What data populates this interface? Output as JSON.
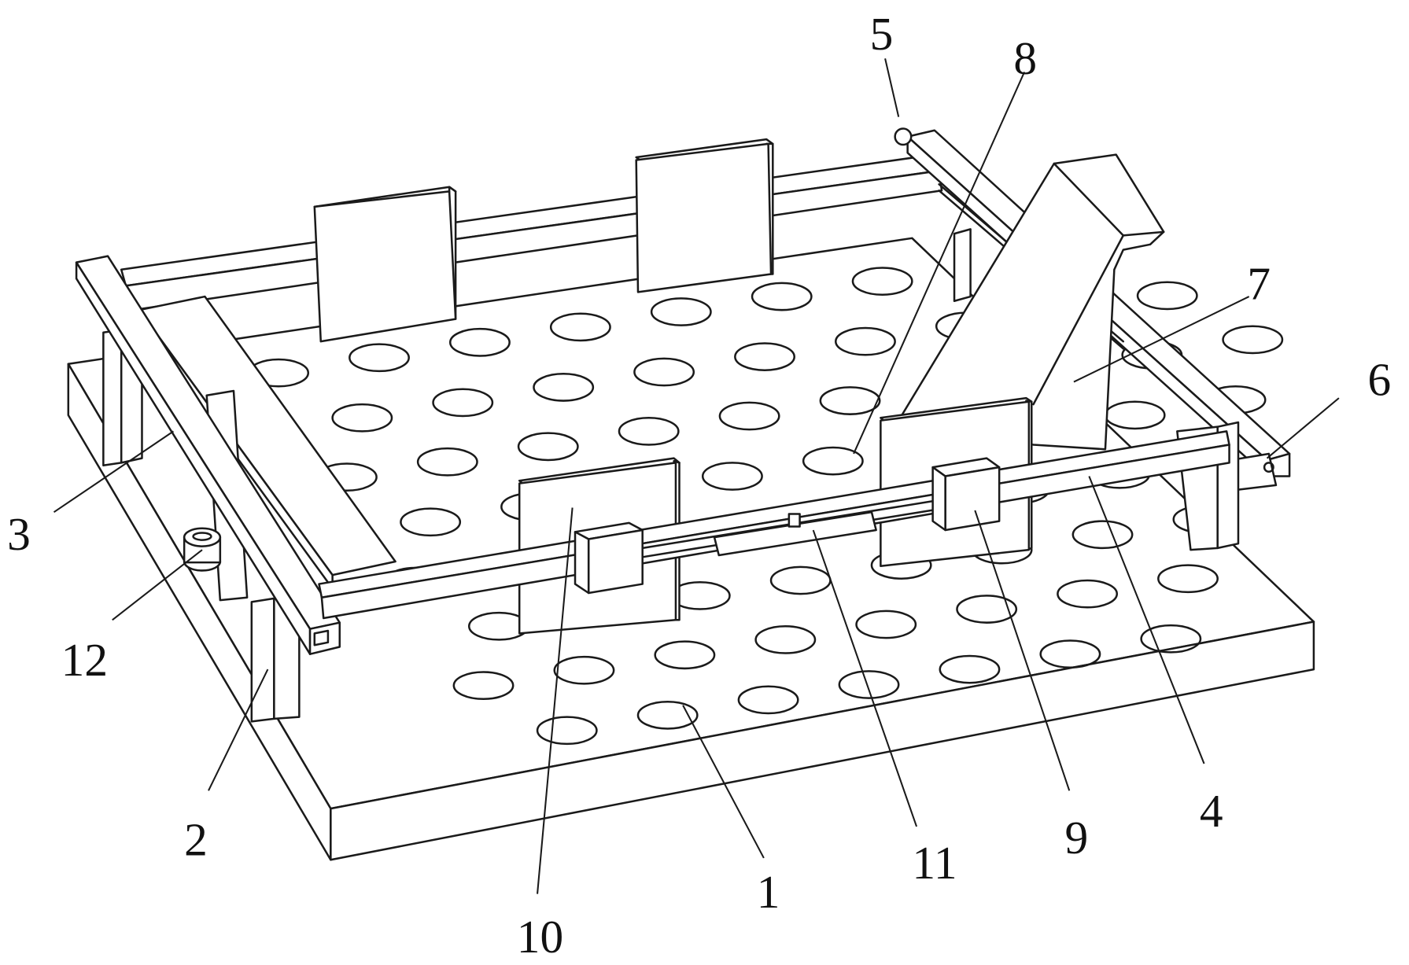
{
  "figure": {
    "type": "patent-perspective-drawing",
    "line_color": "#1a1a1a",
    "background": "#ffffff",
    "labels": [
      {
        "id": "1",
        "text": "1"
      },
      {
        "id": "2",
        "text": "2"
      },
      {
        "id": "3",
        "text": "3"
      },
      {
        "id": "4",
        "text": "4"
      },
      {
        "id": "5",
        "text": "5"
      },
      {
        "id": "6",
        "text": "6"
      },
      {
        "id": "7",
        "text": "7"
      },
      {
        "id": "8",
        "text": "8"
      },
      {
        "id": "9",
        "text": "9"
      },
      {
        "id": "10",
        "text": "10"
      },
      {
        "id": "11",
        "text": "11"
      },
      {
        "id": "12",
        "text": "12"
      }
    ]
  }
}
